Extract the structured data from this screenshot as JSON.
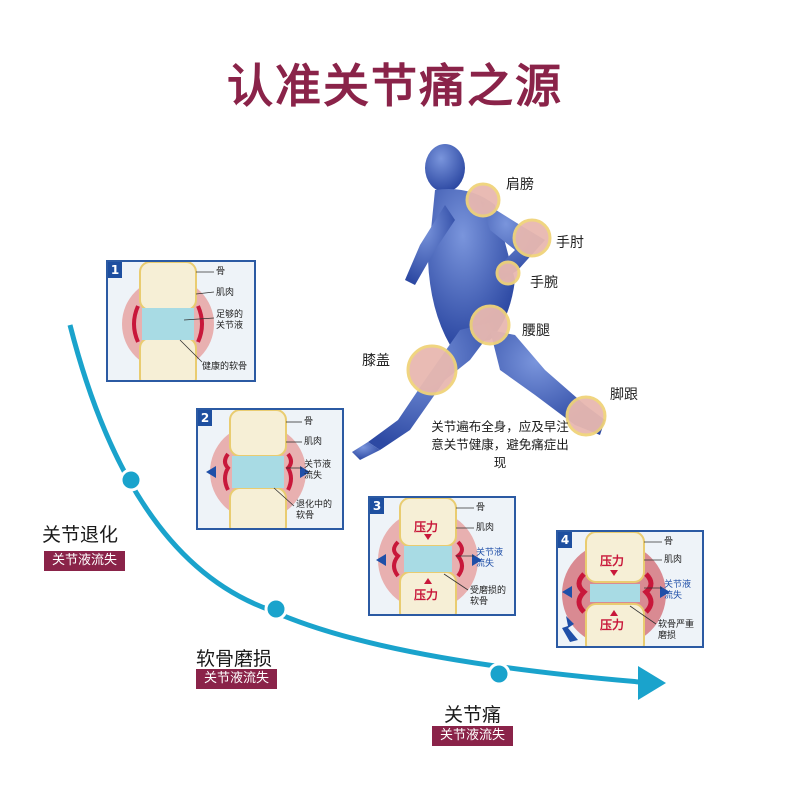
{
  "title": "认准关节痛之源",
  "body_labels": {
    "shoulder": "肩膀",
    "elbow": "手肘",
    "wrist": "手腕",
    "waist": "腰腿",
    "knee": "膝盖",
    "heel": "脚跟"
  },
  "note": "关节遍布全身，应及早注意关节健康，避免痛症出现",
  "stages": [
    {
      "title": "关节退化",
      "tag": "关节液流失"
    },
    {
      "title": "软骨磨损",
      "tag": "关节液流失"
    },
    {
      "title": "关节痛",
      "tag": "关节液流失"
    }
  ],
  "panels": [
    {
      "num": "1",
      "bone": "骨",
      "muscle": "肌肉",
      "fluid": "足够的\n关节液",
      "cartilage": "健康的软骨"
    },
    {
      "num": "2",
      "bone": "骨",
      "muscle": "肌肉",
      "fluid": "关节液\n流失",
      "cartilage": "退化中的\n软骨"
    },
    {
      "num": "3",
      "bone": "骨",
      "muscle": "肌肉",
      "fluid": "关节液\n流失",
      "cartilage": "受磨损的\n软骨",
      "pressure": "压力"
    },
    {
      "num": "4",
      "bone": "骨",
      "muscle": "肌肉",
      "fluid": "关节液\n流失",
      "cartilage": "软骨严重\n磨损",
      "pressure": "压力"
    }
  ],
  "colors": {
    "brand": "#8a2349",
    "curve": "#1aa3cc",
    "panel_border": "#2b5aa3",
    "body": "#3d5fb8"
  }
}
